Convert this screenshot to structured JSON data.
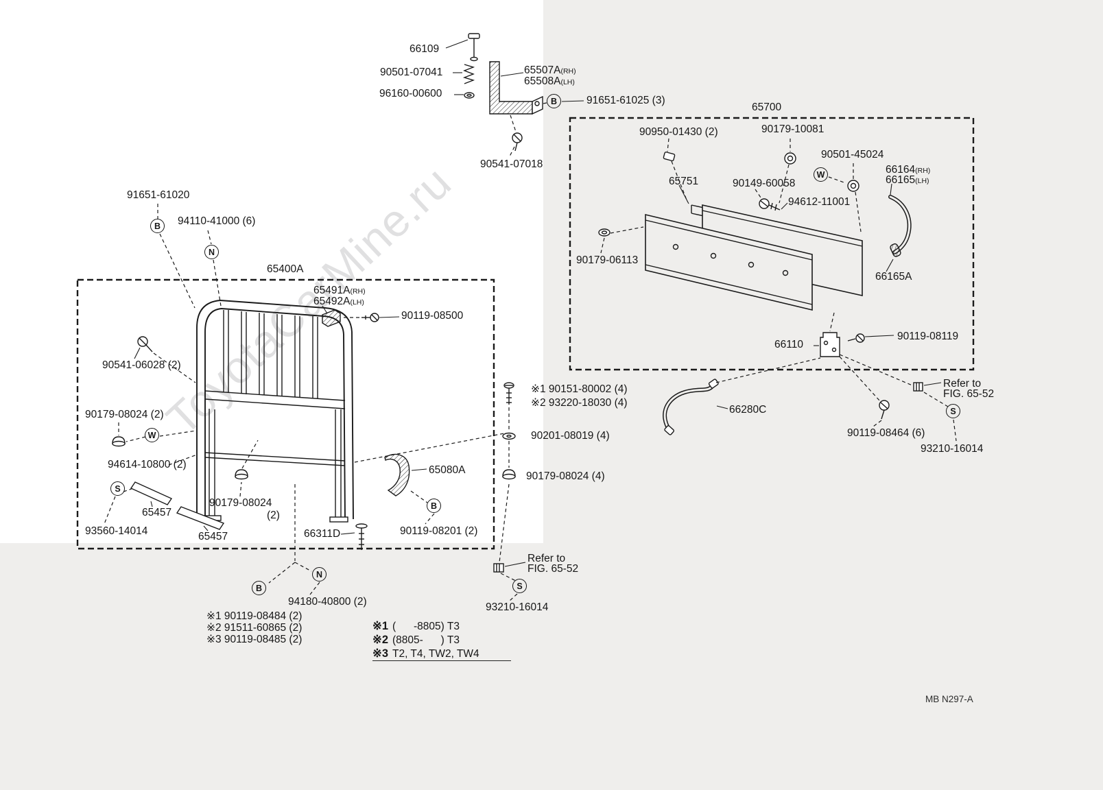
{
  "watermark": "ToyotaCarMine.ru",
  "figure_code": "MB N297-A",
  "callout_letters": {
    "b": "B",
    "n": "N",
    "w": "W",
    "s": "S"
  },
  "top_assembly": {
    "p66109": "66109",
    "p90501_07041": "90501-07041",
    "p96160_00600": "96160-00600",
    "p65507a": "65507A",
    "rh": "(RH)",
    "p65508a": "65508A",
    "lh": "(LH)",
    "p91651_61025": "91651-61025 (3)",
    "p90541_07018": "90541-07018"
  },
  "right_assembly": {
    "box_label": "65700",
    "p90950_01430": "90950-01430 (2)",
    "p90179_10081": "90179-10081",
    "p90501_45024": "90501-45024",
    "p66164": "66164",
    "rh": "(RH)",
    "p66165": "66165",
    "lh": "(LH)",
    "p65751": "65751",
    "p90149_60058": "90149-60058",
    "p94612_11001": "94612-11001",
    "p90179_06113": "90179-06113",
    "p66165a": "66165A",
    "p66110": "66110",
    "p90119_08119": "90119-08119",
    "refer_line1": "Refer to",
    "refer_line2": "FIG. 65-52",
    "p93210_16014": "93210-16014",
    "p90119_08464": "90119-08464 (6)",
    "p66280c": "66280C"
  },
  "left_assembly": {
    "box_label": "65400A",
    "p91651_61020": "91651-61020",
    "p94110_41000": "94110-41000 (6)",
    "p65491a": "65491A",
    "rh": "(RH)",
    "p65492a": "65492A",
    "lh": "(LH)",
    "p90119_08500": "90119-08500",
    "p90541_06028": "90541-06028 (2)",
    "p90179_08024_a": "90179-08024 (2)",
    "p94614_10800": "94614-10800 (2)",
    "p65457_a": "65457",
    "p93560_14014": "93560-14014",
    "p65457_b": "65457",
    "p90179_08024_b1": "90179-08024",
    "p90179_08024_b2": "(2)",
    "p66311d": "66311D",
    "p65080a": "65080A",
    "p90119_08201": "90119-08201 (2)"
  },
  "center_fasteners": {
    "row1": "※1 90151-80002 (4)",
    "row2": "※2 93220-18030 (4)",
    "p90201_08019": "90201-08019 (4)",
    "p90179_08024": "90179-08024 (4)",
    "refer_line1": "Refer to",
    "refer_line2": "FIG. 65-52",
    "p93210_16014": "93210-16014"
  },
  "bottom_notes": {
    "p94180_40800": "94180-40800 (2)",
    "row1": "※1 90119-08484 (2)",
    "row2": "※2 91511-60865 (2)",
    "row3": "※3 90119-08485 (2)"
  },
  "legend": {
    "r1_mark": "※1",
    "r1_text": "(      -8805) T3",
    "r2_mark": "※2",
    "r2_text": "(8805-      ) T3",
    "r3_mark": "※3",
    "r3_text": "T2, T4, TW2, TW4"
  }
}
